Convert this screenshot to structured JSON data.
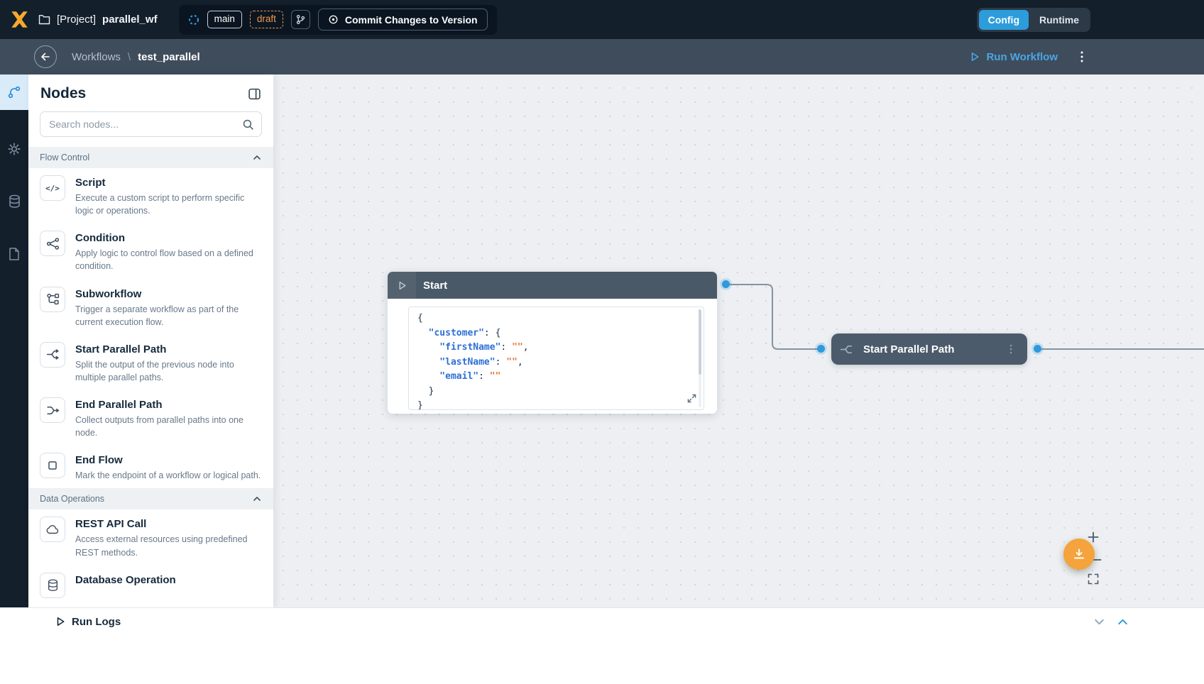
{
  "topbar": {
    "project_label": "[Project]",
    "project_name": "parallel_wf",
    "branch_label": "main",
    "draft_label": "draft",
    "commit_label": "Commit Changes to Version",
    "tabs": {
      "config": "Config",
      "runtime": "Runtime"
    }
  },
  "breadcrumb": {
    "section": "Workflows",
    "separator": "\\",
    "current": "test_parallel",
    "run_label": "Run Workflow"
  },
  "rail": {
    "items": [
      "workflow-icon",
      "gear-icon",
      "database-icon",
      "document-icon"
    ]
  },
  "nodes_panel": {
    "title": "Nodes",
    "search_placeholder": "Search nodes...",
    "sections": [
      {
        "label": "Flow Control",
        "items": [
          {
            "icon": "script-icon",
            "title": "Script",
            "desc": "Execute a custom script to perform specific logic or operations."
          },
          {
            "icon": "condition-icon",
            "title": "Condition",
            "desc": "Apply logic to control flow based on a defined condition."
          },
          {
            "icon": "subworkflow-icon",
            "title": "Subworkflow",
            "desc": "Trigger a separate workflow as part of the current execution flow."
          },
          {
            "icon": "start-parallel-icon",
            "title": "Start Parallel Path",
            "desc": "Split the output of the previous node into multiple parallel paths."
          },
          {
            "icon": "end-parallel-icon",
            "title": "End Parallel Path",
            "desc": "Collect outputs from parallel paths into one node."
          },
          {
            "icon": "end-flow-icon",
            "title": "End Flow",
            "desc": "Mark the endpoint of a workflow or logical path."
          }
        ]
      },
      {
        "label": "Data Operations",
        "items": [
          {
            "icon": "cloud-icon",
            "title": "REST API Call",
            "desc": "Access external resources using predefined REST methods."
          },
          {
            "icon": "database-icon",
            "title": "Database Operation",
            "desc": ""
          }
        ]
      }
    ]
  },
  "canvas": {
    "start_node": {
      "title": "Start"
    },
    "parallel_node": {
      "title": "Start Parallel Path"
    },
    "code_lines": [
      [
        [
          "p",
          "{"
        ]
      ],
      [
        [
          "k",
          "  \"customer\""
        ],
        [
          "p",
          ": "
        ],
        [
          "p",
          "{"
        ]
      ],
      [
        [
          "k",
          "    \"firstName\""
        ],
        [
          "p",
          ": "
        ],
        [
          "s",
          "\"\""
        ],
        [
          "p",
          ","
        ]
      ],
      [
        [
          "k",
          "    \"lastName\""
        ],
        [
          "p",
          ": "
        ],
        [
          "s",
          "\"\""
        ],
        [
          "p",
          ","
        ]
      ],
      [
        [
          "k",
          "    \"email\""
        ],
        [
          "p",
          ": "
        ],
        [
          "s",
          "\"\""
        ]
      ],
      [
        [
          "p",
          "  }"
        ]
      ],
      [
        [
          "p",
          "}"
        ]
      ]
    ]
  },
  "bottom_bar": {
    "run_logs_label": "Run Logs"
  },
  "colors": {
    "topbar_bg": "#141f2c",
    "subbar_bg": "#3f4c5b",
    "accent_blue": "#2d9cdb",
    "draft_orange": "#f2994a",
    "fab_orange": "#f5a33c",
    "node_slate": "#4c5b6b",
    "edge_gray": "#8493a3"
  }
}
